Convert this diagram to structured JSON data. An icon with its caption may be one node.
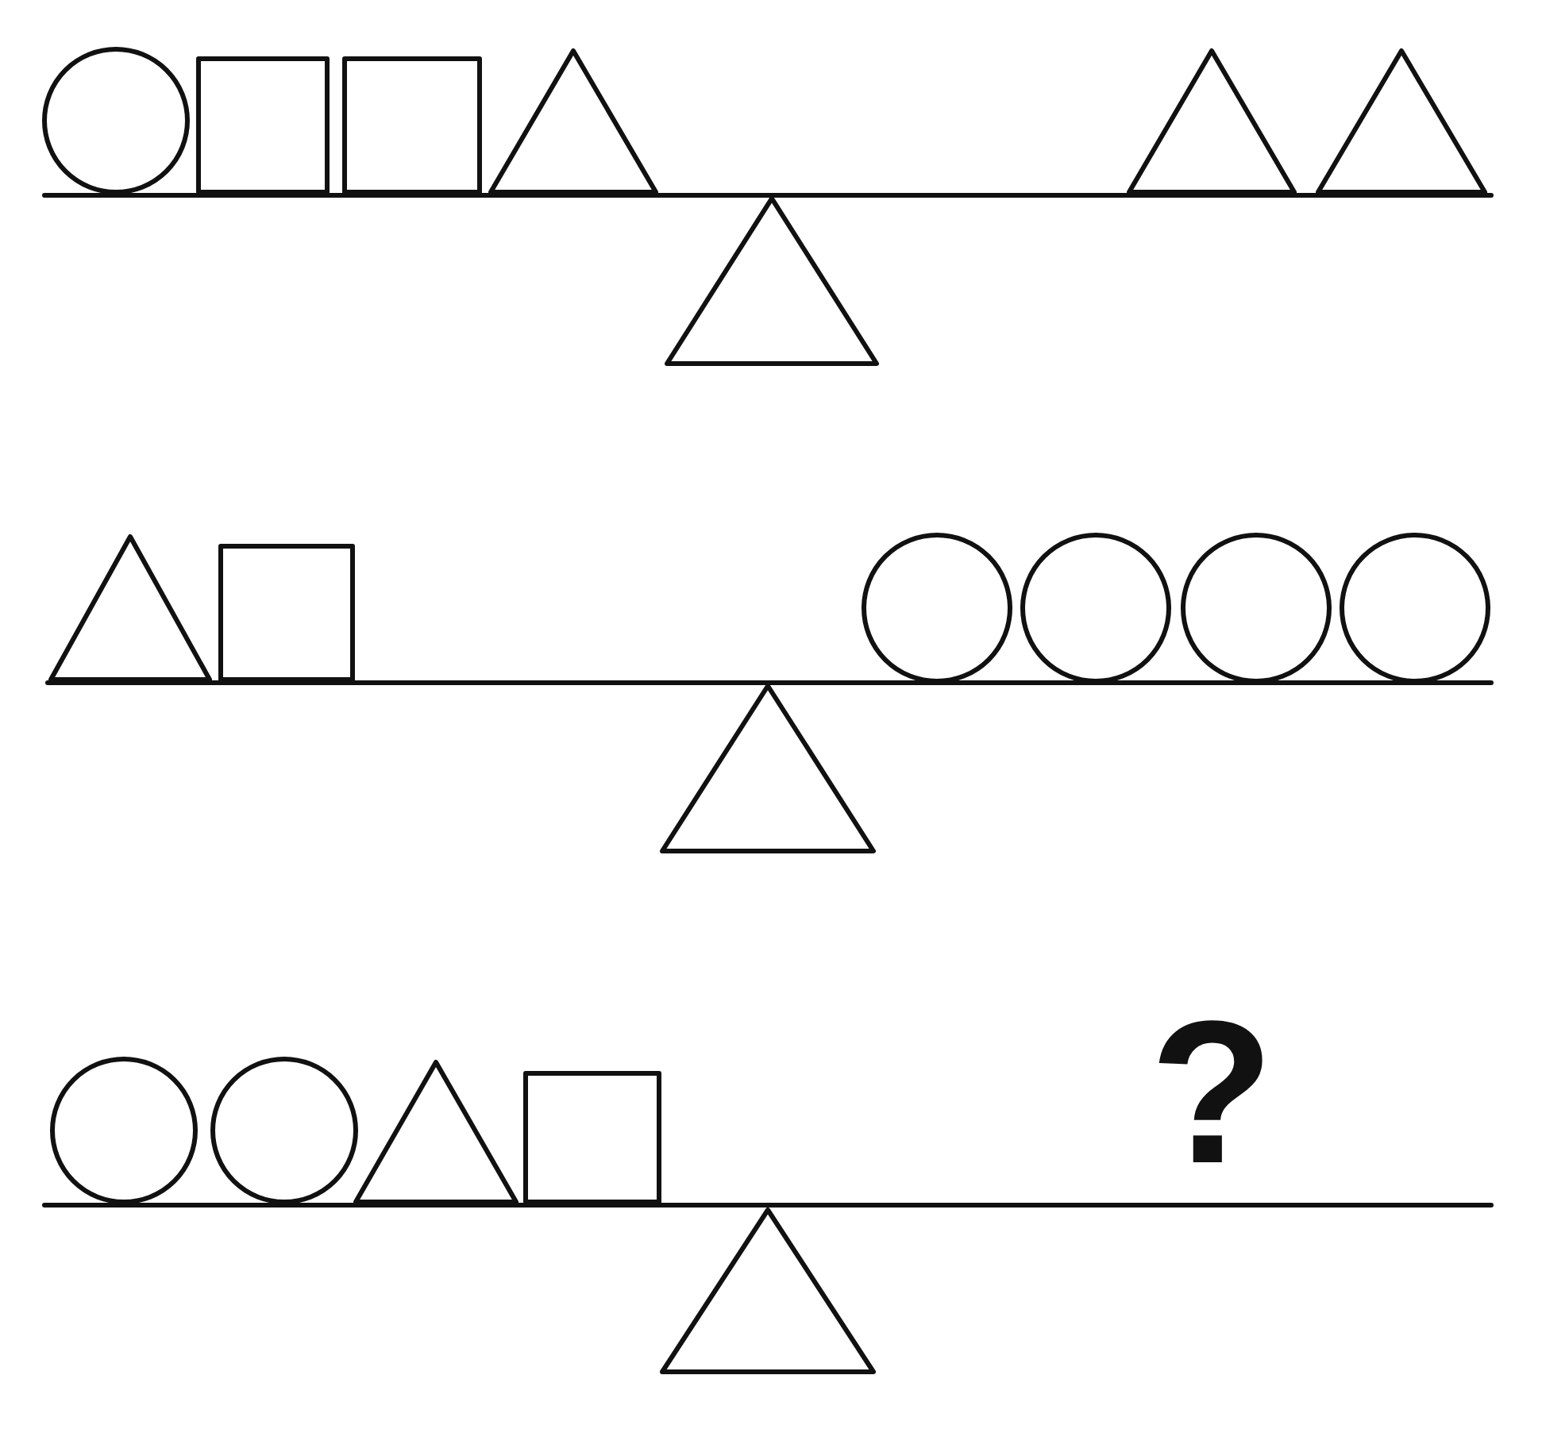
{
  "diagram": {
    "nodes": [
      {
        "text": [],
        "shape": "circle"
      },
      {
        "text": [],
        "shape": "square"
      },
      {
        "text": [],
        "shape": "square"
      },
      {
        "text": [],
        "shape": "triangle"
      },
      {
        "text": [],
        "shape": "triangle"
      },
      {
        "text": [],
        "shape": "triangle"
      },
      {
        "text": [],
        "shape": "bar"
      },
      {
        "text": [],
        "shape": "triangle"
      },
      {
        "text": [],
        "shape": "triangle"
      },
      {
        "text": [],
        "shape": "square"
      },
      {
        "text": [],
        "shape": "circle"
      },
      {
        "text": [],
        "shape": "circle"
      },
      {
        "text": [],
        "shape": "circle"
      },
      {
        "text": [],
        "shape": "circle"
      },
      {
        "text": [],
        "shape": "bar"
      },
      {
        "text": [],
        "shape": "triangle"
      },
      {
        "text": [],
        "shape": "circle"
      },
      {
        "text": [],
        "shape": "circle"
      },
      {
        "text": [],
        "shape": "triangle"
      },
      {
        "text": [],
        "shape": "square"
      },
      {
        "text": [],
        "shape": "bar"
      },
      {
        "text": [],
        "shape": "triangle"
      }
    ],
    "labels": [
      "?"
    ]
  }
}
